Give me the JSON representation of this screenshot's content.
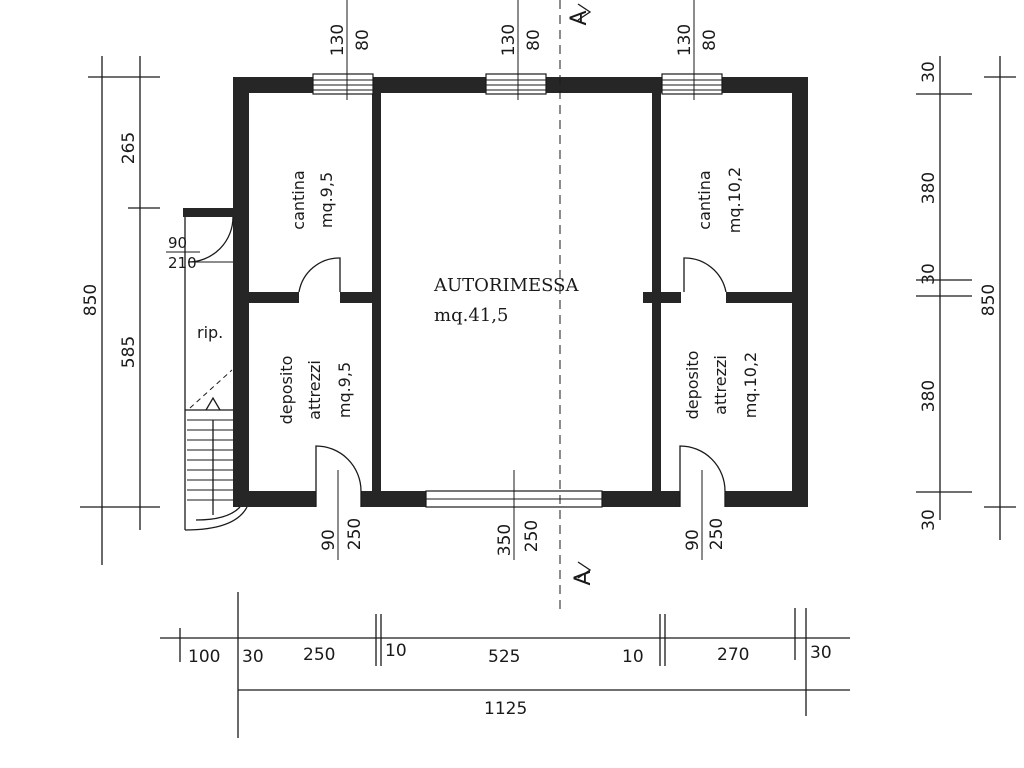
{
  "rooms": {
    "cantina_left": {
      "name": "cantina",
      "area": "mq.9,5"
    },
    "cantina_right": {
      "name": "cantina",
      "area": "mq.10,2"
    },
    "garage": {
      "name": "AUTORIMESSA",
      "area": "mq.41,5"
    },
    "deposito_left": {
      "name1": "deposito",
      "name2": "attrezzi",
      "area": "mq.9,5"
    },
    "deposito_right": {
      "name1": "deposito",
      "name2": "attrezzi",
      "area": "mq.10,2"
    },
    "rip": "rip."
  },
  "windows_top": {
    "left": {
      "w": "130",
      "h": "80"
    },
    "center": {
      "w": "130",
      "h": "80"
    },
    "right": {
      "w": "130",
      "h": "80"
    }
  },
  "openings_bottom": {
    "left": {
      "w": "90",
      "h": "250"
    },
    "center": {
      "w": "350",
      "h": "250"
    },
    "right": {
      "w": "90",
      "h": "250"
    }
  },
  "side_door": {
    "w": "90",
    "h": "210"
  },
  "dims_left": {
    "total": "850",
    "top": "265",
    "bottom": "585"
  },
  "dims_right": {
    "total": "850",
    "segments": [
      "30",
      "380",
      "30",
      "380",
      "30"
    ]
  },
  "dims_bottom": {
    "segments": [
      "100",
      "30",
      "250",
      "10",
      "525",
      "10",
      "270",
      "30"
    ],
    "total": "1125"
  },
  "section": "A"
}
